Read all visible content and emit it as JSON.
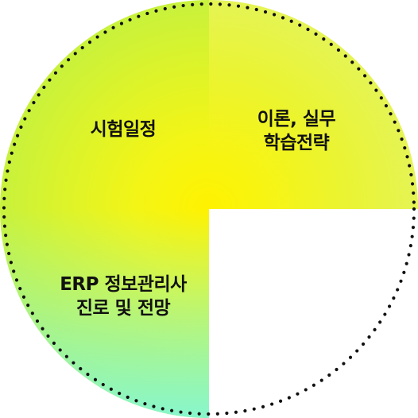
{
  "segments": [
    {
      "id": "exam-schedule",
      "lines": [
        "시험일정"
      ]
    },
    {
      "id": "theory-practice",
      "lines": [
        "이론, 실무",
        "학습전략"
      ]
    },
    {
      "id": "career-outlook",
      "lines": [
        "ERP 정보관리사",
        "진로 및 전망"
      ]
    }
  ],
  "colors": {
    "center": "#fff200",
    "edge_left_top": "#c9f23a",
    "edge_right": "#fff568",
    "edge_bottom": "#8ff7c8",
    "dots": "#111111",
    "empty_quadrant": "#ffffff"
  }
}
